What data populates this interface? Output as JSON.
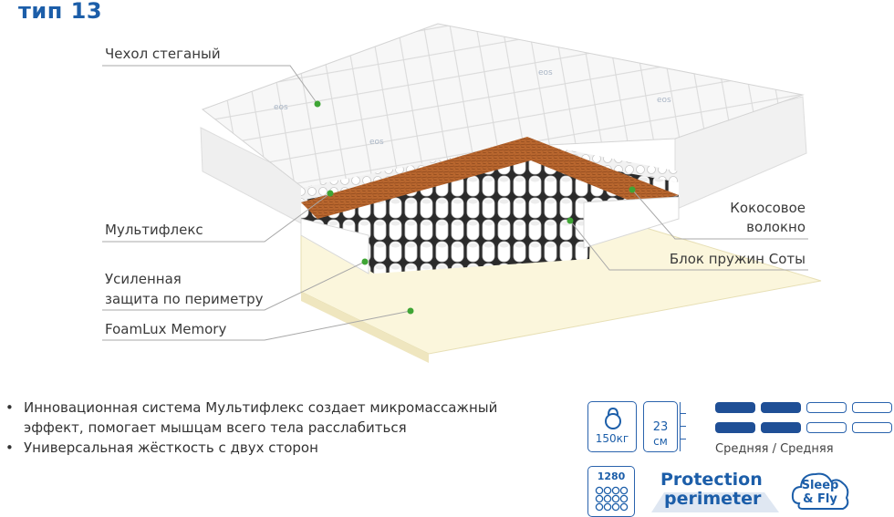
{
  "title": "тип 13",
  "callouts": {
    "cover": "Чехол стеганый",
    "multiflex": "Мультифлекс",
    "perimeter_line1": "Усиленная",
    "perimeter_line2": "защита по периметру",
    "memory": "FoamLux Memory",
    "coconut_line1": "Кокосовое",
    "coconut_line2": "волокно",
    "springs": "Блок пружин Соты"
  },
  "brand_logo": "eos",
  "features": [
    "Инновационная система Мультифлекс  создает микромассажный",
    "эффект, помогает мышцам всего тела расслабиться",
    "Универсальная жёсткость с двух сторон"
  ],
  "specs": {
    "load_icon": "kettlebell-icon",
    "load": "150кг",
    "height_value": "23",
    "height_unit": "см",
    "springs_count": "1280",
    "springs_icon": "spring-grid-icon"
  },
  "firmness": {
    "label": "Средняя / Средняя",
    "side_a_level": 2,
    "side_b_level": 2,
    "scale_max": 4
  },
  "badges": {
    "protection_line1": "Protection",
    "protection_line2": "perimeter",
    "sleep_line1": "Sleep",
    "sleep_line2": "& Fly"
  },
  "colors": {
    "brand_blue": "#1c5ea9",
    "firmness_fill": "#1f4f96",
    "callout_dot": "#3fa535",
    "coconut": "#b8662e",
    "memory_foam": "#fbf6dc"
  }
}
